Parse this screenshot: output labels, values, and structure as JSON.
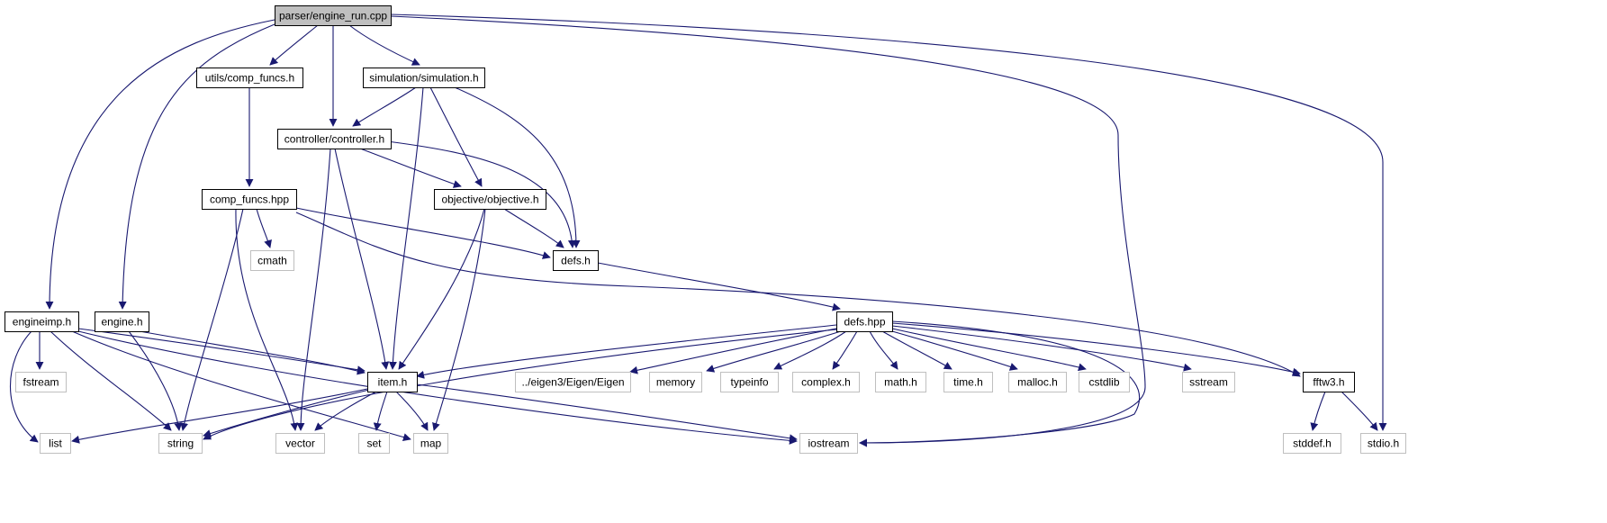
{
  "colors": {
    "edge": "#191970",
    "node_border": "#000000",
    "external_border": "#bfbfbf",
    "root_fill": "#bfbfbf",
    "node_fill": "#ffffff",
    "external_text": "#444444"
  },
  "nodes": [
    {
      "id": "engine_run",
      "label": "parser/engine_run.cpp",
      "kind": "root"
    },
    {
      "id": "comp_funcs_h",
      "label": "utils/comp_funcs.h",
      "kind": "header"
    },
    {
      "id": "simulation_h",
      "label": "simulation/simulation.h",
      "kind": "header"
    },
    {
      "id": "controller_h",
      "label": "controller/controller.h",
      "kind": "header"
    },
    {
      "id": "comp_funcs_hpp",
      "label": "comp_funcs.hpp",
      "kind": "header"
    },
    {
      "id": "objective_h",
      "label": "objective/objective.h",
      "kind": "header"
    },
    {
      "id": "cmath",
      "label": "cmath",
      "kind": "external"
    },
    {
      "id": "defs_h",
      "label": "defs.h",
      "kind": "header"
    },
    {
      "id": "engineimp_h",
      "label": "engineimp.h",
      "kind": "header"
    },
    {
      "id": "engine_h",
      "label": "engine.h",
      "kind": "header"
    },
    {
      "id": "defs_hpp",
      "label": "defs.hpp",
      "kind": "header"
    },
    {
      "id": "fstream",
      "label": "fstream",
      "kind": "external"
    },
    {
      "id": "item_h",
      "label": "item.h",
      "kind": "header"
    },
    {
      "id": "eigen",
      "label": "../eigen3/Eigen/Eigen",
      "kind": "external"
    },
    {
      "id": "memory",
      "label": "memory",
      "kind": "external"
    },
    {
      "id": "typeinfo",
      "label": "typeinfo",
      "kind": "external"
    },
    {
      "id": "complex_h",
      "label": "complex.h",
      "kind": "external"
    },
    {
      "id": "math_h",
      "label": "math.h",
      "kind": "external"
    },
    {
      "id": "time_h",
      "label": "time.h",
      "kind": "external"
    },
    {
      "id": "malloc_h",
      "label": "malloc.h",
      "kind": "external"
    },
    {
      "id": "cstdlib",
      "label": "cstdlib",
      "kind": "external"
    },
    {
      "id": "sstream",
      "label": "sstream",
      "kind": "external"
    },
    {
      "id": "fftw3_h",
      "label": "fftw3.h",
      "kind": "header"
    },
    {
      "id": "list",
      "label": "list",
      "kind": "external"
    },
    {
      "id": "string",
      "label": "string",
      "kind": "external"
    },
    {
      "id": "vector",
      "label": "vector",
      "kind": "external"
    },
    {
      "id": "set",
      "label": "set",
      "kind": "external"
    },
    {
      "id": "map",
      "label": "map",
      "kind": "external"
    },
    {
      "id": "iostream",
      "label": "iostream",
      "kind": "external"
    },
    {
      "id": "stddef_h",
      "label": "stddef.h",
      "kind": "external"
    },
    {
      "id": "stdio_h",
      "label": "stdio.h",
      "kind": "external"
    }
  ],
  "edges": [
    {
      "from": "engine_run",
      "to": "comp_funcs_h"
    },
    {
      "from": "engine_run",
      "to": "controller_h"
    },
    {
      "from": "engine_run",
      "to": "simulation_h"
    },
    {
      "from": "engine_run",
      "to": "engineimp_h"
    },
    {
      "from": "engine_run",
      "to": "engine_h"
    },
    {
      "from": "engine_run",
      "to": "iostream"
    },
    {
      "from": "engine_run",
      "to": "stdio_h"
    },
    {
      "from": "comp_funcs_h",
      "to": "comp_funcs_hpp"
    },
    {
      "from": "simulation_h",
      "to": "controller_h"
    },
    {
      "from": "simulation_h",
      "to": "objective_h"
    },
    {
      "from": "simulation_h",
      "to": "defs_h"
    },
    {
      "from": "simulation_h",
      "to": "item_h"
    },
    {
      "from": "controller_h",
      "to": "objective_h"
    },
    {
      "from": "controller_h",
      "to": "defs_h"
    },
    {
      "from": "controller_h",
      "to": "item_h"
    },
    {
      "from": "controller_h",
      "to": "vector"
    },
    {
      "from": "comp_funcs_hpp",
      "to": "cmath"
    },
    {
      "from": "comp_funcs_hpp",
      "to": "defs_h"
    },
    {
      "from": "comp_funcs_hpp",
      "to": "fftw3_h"
    },
    {
      "from": "comp_funcs_hpp",
      "to": "string"
    },
    {
      "from": "comp_funcs_hpp",
      "to": "vector"
    },
    {
      "from": "objective_h",
      "to": "defs_h"
    },
    {
      "from": "objective_h",
      "to": "item_h"
    },
    {
      "from": "objective_h",
      "to": "map"
    },
    {
      "from": "defs_h",
      "to": "defs_hpp"
    },
    {
      "from": "engineimp_h",
      "to": "fstream"
    },
    {
      "from": "engineimp_h",
      "to": "list"
    },
    {
      "from": "engineimp_h",
      "to": "string"
    },
    {
      "from": "engineimp_h",
      "to": "item_h"
    },
    {
      "from": "engineimp_h",
      "to": "map"
    },
    {
      "from": "engineimp_h",
      "to": "iostream"
    },
    {
      "from": "engine_h",
      "to": "item_h"
    },
    {
      "from": "engine_h",
      "to": "string"
    },
    {
      "from": "defs_hpp",
      "to": "item_h"
    },
    {
      "from": "defs_hpp",
      "to": "eigen"
    },
    {
      "from": "defs_hpp",
      "to": "memory"
    },
    {
      "from": "defs_hpp",
      "to": "typeinfo"
    },
    {
      "from": "defs_hpp",
      "to": "complex_h"
    },
    {
      "from": "defs_hpp",
      "to": "math_h"
    },
    {
      "from": "defs_hpp",
      "to": "time_h"
    },
    {
      "from": "defs_hpp",
      "to": "malloc_h"
    },
    {
      "from": "defs_hpp",
      "to": "cstdlib"
    },
    {
      "from": "defs_hpp",
      "to": "sstream"
    },
    {
      "from": "defs_hpp",
      "to": "fftw3_h"
    },
    {
      "from": "defs_hpp",
      "to": "string"
    },
    {
      "from": "defs_hpp",
      "to": "iostream"
    },
    {
      "from": "item_h",
      "to": "list"
    },
    {
      "from": "item_h",
      "to": "string"
    },
    {
      "from": "item_h",
      "to": "vector"
    },
    {
      "from": "item_h",
      "to": "set"
    },
    {
      "from": "item_h",
      "to": "map"
    },
    {
      "from": "item_h",
      "to": "iostream"
    },
    {
      "from": "fftw3_h",
      "to": "stddef_h"
    },
    {
      "from": "fftw3_h",
      "to": "stdio_h"
    }
  ]
}
